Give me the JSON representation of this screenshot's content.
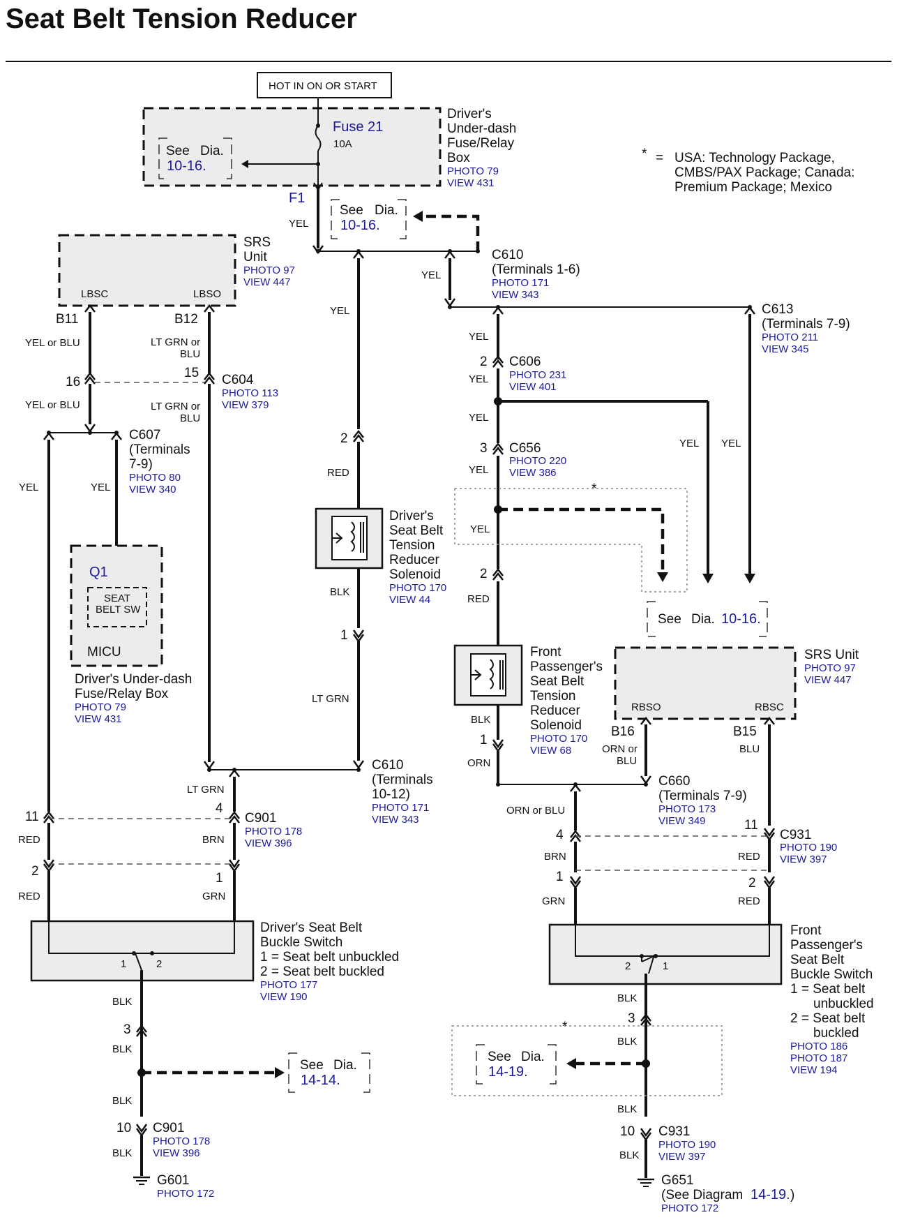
{
  "title": "Seat Belt Tension Reducer",
  "hot_label": "HOT IN ON OR START",
  "footnote": {
    "star": "*",
    "eq": "=",
    "lines": [
      "USA: Technology Package,",
      "CMBS/PAX Package; Canada:",
      "Premium Package; Mexico"
    ]
  },
  "fuse_box_top": {
    "name_lines": [
      "Driver's",
      "Under-dash",
      "Fuse/Relay",
      "Box"
    ],
    "photo": "PHOTO 79",
    "view": "VIEW 431",
    "fuse_label": "Fuse 21",
    "fuse_rating": "10A",
    "terminal": "F1"
  },
  "see_dia": {
    "see": "See",
    "dia": "Dia.",
    "d1": "10-16.",
    "d2": "10-16.",
    "d3": "10-16.",
    "d4": "14-14.",
    "d5": "14-19."
  },
  "srs_left": {
    "name_lines": [
      "SRS",
      "Unit"
    ],
    "photo": "PHOTO 97",
    "view": "VIEW 447",
    "pin_lbsc": "LBSC",
    "pin_lbso": "LBSO",
    "b11": "B11",
    "b12": "B12"
  },
  "srs_right": {
    "name": "SRS Unit",
    "photo": "PHOTO 97",
    "view": "VIEW 447",
    "pin_rbso": "RBSO",
    "pin_rbsc": "RBSC",
    "b16": "B16",
    "b15": "B15"
  },
  "wire_colors": {
    "yel": "YEL",
    "red": "RED",
    "blk": "BLK",
    "brn": "BRN",
    "grn": "GRN",
    "orn": "ORN",
    "blu": "BLU",
    "lt_grn": "LT GRN",
    "yel_or_blu": "YEL or BLU",
    "lt_grn_or": "LT GRN or",
    "blu_part": "BLU",
    "orn_or": "ORN or",
    "orn_or_blu": "ORN or BLU"
  },
  "connectors": {
    "c610a": {
      "name": "C610",
      "sub": "(Terminals 1-6)",
      "photo": "PHOTO 171",
      "view": "VIEW 343"
    },
    "c613": {
      "name": "C613",
      "sub": "(Terminals 7-9)",
      "photo": "PHOTO 211",
      "view": "VIEW 345"
    },
    "c606": {
      "name": "C606",
      "photo": "PHOTO 231",
      "view": "VIEW 401",
      "pin": "2"
    },
    "c656": {
      "name": "C656",
      "photo": "PHOTO 220",
      "view": "VIEW 386",
      "pin": "3"
    },
    "c604": {
      "name": "C604",
      "photo": "PHOTO 113",
      "view": "VIEW 379",
      "pin_l": "16",
      "pin_r": "15"
    },
    "c607": {
      "name": "C607",
      "sub1": "(Terminals",
      "sub2": "7-9)",
      "photo": "PHOTO 80",
      "view": "VIEW 340"
    },
    "c610b": {
      "name": "C610",
      "sub1": "(Terminals",
      "sub2": "10-12)",
      "photo": "PHOTO 171",
      "view": "VIEW 343"
    },
    "c901a": {
      "name": "C901",
      "photo": "PHOTO 178",
      "view": "VIEW 396",
      "p11": "11",
      "p4": "4",
      "p2": "2",
      "p1": "1"
    },
    "c901b": {
      "name": "C901",
      "photo": "PHOTO 178",
      "view": "VIEW 396",
      "pin": "10"
    },
    "c660": {
      "name": "C660",
      "sub": "(Terminals 7-9)",
      "photo": "PHOTO 173",
      "view": "VIEW 349"
    },
    "c931a": {
      "name": "C931",
      "photo": "PHOTO 190",
      "view": "VIEW 397",
      "p4": "4",
      "p11": "11",
      "p1": "1",
      "p2": "2"
    },
    "c931b": {
      "name": "C931",
      "photo": "PHOTO 190",
      "view": "VIEW 397",
      "pin": "10"
    },
    "pin_2a": "2",
    "pin_1a": "1",
    "pin_2b": "2",
    "pin_1b": "1",
    "pin_3a": "3",
    "pin_3b": "3"
  },
  "micu": {
    "q1": "Q1",
    "sw1": "SEAT",
    "sw2": "BELT SW",
    "name": "MICU",
    "box1": "Driver's Under-dash",
    "box2": "Fuse/Relay Box",
    "photo": "PHOTO 79",
    "view": "VIEW 431"
  },
  "drv_solenoid": {
    "lines": [
      "Driver's",
      "Seat Belt",
      "Tension",
      "Reducer",
      "Solenoid"
    ],
    "photo": "PHOTO 170",
    "view": "VIEW 44"
  },
  "pass_solenoid": {
    "lines": [
      "Front",
      "Passenger's",
      "Seat Belt",
      "Tension",
      "Reducer",
      "Solenoid"
    ],
    "photo": "PHOTO 170",
    "view": "VIEW 68"
  },
  "drv_buckle": {
    "lines": [
      "Driver's Seat Belt",
      "Buckle Switch",
      "1 = Seat belt unbuckled",
      "2 = Seat belt buckled"
    ],
    "photo": "PHOTO 177",
    "view": "VIEW 190",
    "p1": "1",
    "p2": "2"
  },
  "pass_buckle": {
    "lines": [
      "Front",
      "Passenger's",
      "Seat Belt",
      "Buckle Switch",
      "1 = Seat belt",
      "unbuckled",
      "2 = Seat belt",
      "buckled"
    ],
    "photo1": "PHOTO 186",
    "photo2": "PHOTO 187",
    "view": "VIEW 194",
    "p1": "1",
    "p2": "2"
  },
  "grounds": {
    "g601": {
      "name": "G601",
      "photo": "PHOTO 172"
    },
    "g651": {
      "name": "G651",
      "sub_pre": "(See Diagram",
      "sub_link": "14-19.",
      "sub_post": ")",
      "photo": "PHOTO 172"
    }
  }
}
